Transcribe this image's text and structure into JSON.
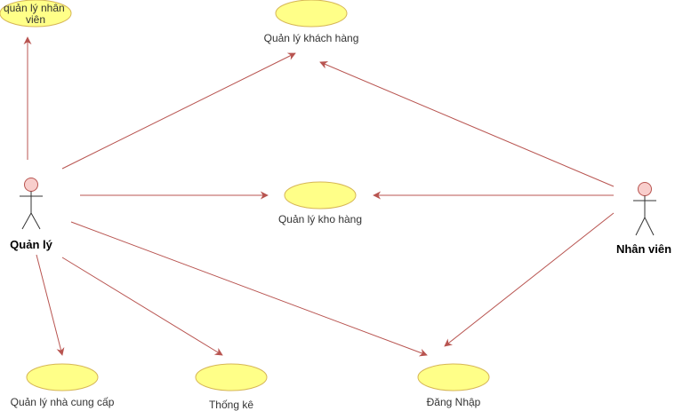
{
  "actors": {
    "quan_ly": {
      "label": "Quản lý"
    },
    "nhan_vien": {
      "label": "Nhân viên"
    }
  },
  "usecases": {
    "nhan_vien_mgmt": {
      "lines": [
        "quản lý nhân",
        "viên"
      ]
    },
    "khach_hang": {
      "lines": [
        "Quản lý khách hàng"
      ]
    },
    "kho_hang": {
      "lines": [
        "Quản lý kho hàng"
      ]
    },
    "nha_cung_cap": {
      "lines": [
        "Quản lý nhà cung cấp"
      ]
    },
    "thong_ke": {
      "lines": [
        "Thống kê"
      ]
    },
    "dang_nhap": {
      "lines": [
        "Đăng Nhập"
      ]
    }
  },
  "associations": [
    {
      "from": "quan_ly",
      "to": "nhan_vien_mgmt"
    },
    {
      "from": "quan_ly",
      "to": "khach_hang"
    },
    {
      "from": "quan_ly",
      "to": "kho_hang"
    },
    {
      "from": "quan_ly",
      "to": "nha_cung_cap"
    },
    {
      "from": "quan_ly",
      "to": "thong_ke"
    },
    {
      "from": "quan_ly",
      "to": "dang_nhap"
    },
    {
      "from": "nhan_vien",
      "to": "khach_hang"
    },
    {
      "from": "nhan_vien",
      "to": "kho_hang"
    },
    {
      "from": "nhan_vien",
      "to": "dang_nhap"
    }
  ],
  "colors": {
    "usecase_fill": "#ffff88",
    "usecase_stroke": "#d6b656",
    "actor_head_fill": "#f8cecc",
    "line": "#b85450"
  }
}
